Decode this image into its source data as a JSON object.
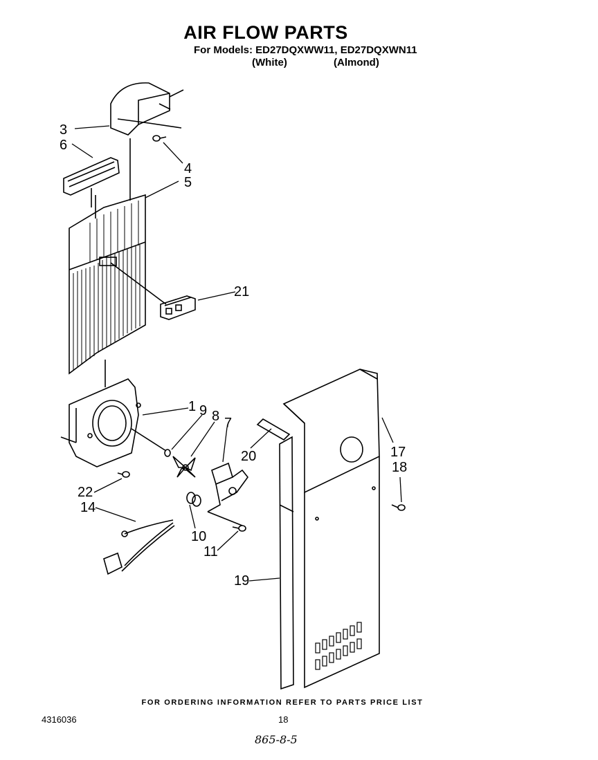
{
  "header": {
    "title": "AIR FLOW PARTS",
    "models_line": "For Models: ED27DQXWW11, ED27DQXWN11",
    "variant_white": "(White)",
    "variant_almond": "(Almond)"
  },
  "callouts": {
    "c1": "1",
    "c3": "3",
    "c4": "4",
    "c5": "5",
    "c6": "6",
    "c7": "7",
    "c8": "8",
    "c9": "9",
    "c10": "10",
    "c11": "11",
    "c14": "14",
    "c17": "17",
    "c18": "18",
    "c19": "19",
    "c20": "20",
    "c21": "21",
    "c22": "22"
  },
  "footer": {
    "ordering_info": "FOR ORDERING INFORMATION REFER TO PARTS PRICE LIST",
    "doc_number": "4316036",
    "page_number": "18",
    "handwritten_note": "865-8-5"
  }
}
